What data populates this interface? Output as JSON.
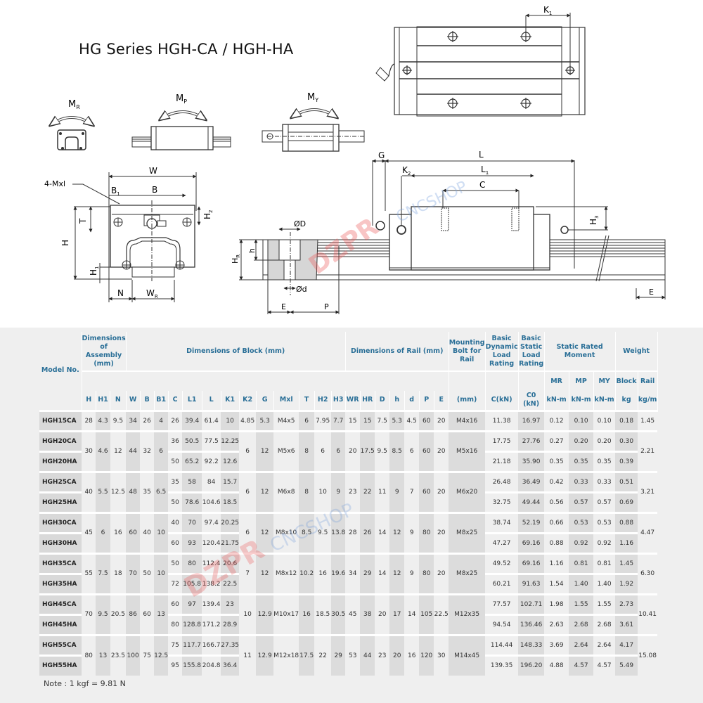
{
  "title": "HG Series  HGH-CA / HGH-HA",
  "diagram_labels": {
    "moments": [
      "M_R",
      "M_P",
      "M_Y"
    ],
    "front_view": [
      "W",
      "B",
      "B1",
      "4-Mxl",
      "T",
      "H",
      "H1",
      "H2",
      "N",
      "WR"
    ],
    "side_view": [
      "G",
      "L",
      "L1",
      "K2",
      "C",
      "H3",
      "ØD",
      "h",
      "HR",
      "Ød",
      "E",
      "P",
      "E"
    ],
    "top_view": [
      "K1"
    ]
  },
  "watermarks": [
    "DZPR",
    "CNCSHOP"
  ],
  "table": {
    "group_headers": {
      "model": "Model No.",
      "assembly": "Dimensions of Assembly (mm)",
      "block": "Dimensions of Block (mm)",
      "rail": "Dimensions of Rail (mm)",
      "bolt": "Mounting Bolt for Rail",
      "dynamic": "Basic Dynamic Load Rating",
      "static": "Basic Static Load Rating",
      "moment": "Static Rated Moment",
      "weight": "Weight"
    },
    "sub_headers": {
      "moment": [
        "MR",
        "MP",
        "MY"
      ],
      "weight": [
        "Block",
        "Rail"
      ]
    },
    "columns": [
      "H",
      "H1",
      "N",
      "W",
      "B",
      "B1",
      "C",
      "L1",
      "L",
      "K1",
      "K2",
      "G",
      "Mxl",
      "T",
      "H2",
      "H3",
      "WR",
      "HR",
      "D",
      "h",
      "d",
      "P",
      "E",
      "(mm)",
      "C(kN)",
      "C0 (kN)",
      "kN-m",
      "kN-m",
      "kN-m",
      "kg",
      "kg/m"
    ],
    "rows": [
      {
        "model": "HGH15CA",
        "H": "28",
        "H1": "4.3",
        "N": "9.5",
        "W": "34",
        "B": "26",
        "B1": "4",
        "C": "26",
        "L1": "39.4",
        "L": "61.4",
        "K1": "10",
        "K2": "4.85",
        "G": "5.3",
        "Mxl": "M4x5",
        "T": "6",
        "H2": "7.95",
        "H3": "7.7",
        "WR": "15",
        "HR": "15",
        "D": "7.5",
        "h": "5.3",
        "d": "4.5",
        "P": "60",
        "E": "20",
        "bolt": "M4x16",
        "Cdyn": "11.38",
        "C0": "16.97",
        "MR": "0.12",
        "MP": "0.10",
        "MY": "0.10",
        "block_kg": "0.18",
        "rail_kgm": "1.45"
      },
      {
        "model": "HGH20CA",
        "H": "30",
        "H1": "4.6",
        "N": "12",
        "W": "44",
        "B": "32",
        "B1": "6",
        "C": "36",
        "L1": "50.5",
        "L": "77.5",
        "K1": "12.25",
        "K2": "6",
        "G": "12",
        "Mxl": "M5x6",
        "T": "8",
        "H2": "6",
        "H3": "6",
        "WR": "20",
        "HR": "17.5",
        "D": "9.5",
        "h": "8.5",
        "d": "6",
        "P": "60",
        "E": "20",
        "bolt": "M5x16",
        "Cdyn": "17.75",
        "C0": "27.76",
        "MR": "0.27",
        "MP": "0.20",
        "MY": "0.20",
        "block_kg": "0.30",
        "rail_kgm": "2.21"
      },
      {
        "model": "HGH20HA",
        "C": "50",
        "L1": "65.2",
        "L": "92.2",
        "K1": "12.6",
        "Cdyn": "21.18",
        "C0": "35.90",
        "MR": "0.35",
        "MP": "0.35",
        "MY": "0.35",
        "block_kg": "0.39"
      },
      {
        "model": "HGH25CA",
        "H": "40",
        "H1": "5.5",
        "N": "12.5",
        "W": "48",
        "B": "35",
        "B1": "6.5",
        "C": "35",
        "L1": "58",
        "L": "84",
        "K1": "15.7",
        "K2": "6",
        "G": "12",
        "Mxl": "M6x8",
        "T": "8",
        "H2": "10",
        "H3": "9",
        "WR": "23",
        "HR": "22",
        "D": "11",
        "h": "9",
        "d": "7",
        "P": "60",
        "E": "20",
        "bolt": "M6x20",
        "Cdyn": "26.48",
        "C0": "36.49",
        "MR": "0.42",
        "MP": "0.33",
        "MY": "0.33",
        "block_kg": "0.51",
        "rail_kgm": "3.21"
      },
      {
        "model": "HGH25HA",
        "C": "50",
        "L1": "78.6",
        "L": "104.6",
        "K1": "18.5",
        "Cdyn": "32.75",
        "C0": "49.44",
        "MR": "0.56",
        "MP": "0.57",
        "MY": "0.57",
        "block_kg": "0.69"
      },
      {
        "model": "HGH30CA",
        "H": "45",
        "H1": "6",
        "N": "16",
        "W": "60",
        "B": "40",
        "B1": "10",
        "C": "40",
        "L1": "70",
        "L": "97.4",
        "K1": "20.25",
        "K2": "6",
        "G": "12",
        "Mxl": "M8x10",
        "T": "8.5",
        "H2": "9.5",
        "H3": "13.8",
        "WR": "28",
        "HR": "26",
        "D": "14",
        "h": "12",
        "d": "9",
        "P": "80",
        "E": "20",
        "bolt": "M8x25",
        "Cdyn": "38.74",
        "C0": "52.19",
        "MR": "0.66",
        "MP": "0.53",
        "MY": "0.53",
        "block_kg": "0.88",
        "rail_kgm": "4.47"
      },
      {
        "model": "HGH30HA",
        "C": "60",
        "L1": "93",
        "L": "120.4",
        "K1": "21.75",
        "Cdyn": "47.27",
        "C0": "69.16",
        "MR": "0.88",
        "MP": "0.92",
        "MY": "0.92",
        "block_kg": "1.16"
      },
      {
        "model": "HGH35CA",
        "H": "55",
        "H1": "7.5",
        "N": "18",
        "W": "70",
        "B": "50",
        "B1": "10",
        "C": "50",
        "L1": "80",
        "L": "112.4",
        "K1": "20.6",
        "K2": "7",
        "G": "12",
        "Mxl": "M8x12",
        "T": "10.2",
        "H2": "16",
        "H3": "19.6",
        "WR": "34",
        "HR": "29",
        "D": "14",
        "h": "12",
        "d": "9",
        "P": "80",
        "E": "20",
        "bolt": "M8x25",
        "Cdyn": "49.52",
        "C0": "69.16",
        "MR": "1.16",
        "MP": "0.81",
        "MY": "0.81",
        "block_kg": "1.45",
        "rail_kgm": "6.30"
      },
      {
        "model": "HGH35HA",
        "C": "72",
        "L1": "105.8",
        "L": "138.2",
        "K1": "22.5",
        "Cdyn": "60.21",
        "C0": "91.63",
        "MR": "1.54",
        "MP": "1.40",
        "MY": "1.40",
        "block_kg": "1.92"
      },
      {
        "model": "HGH45CA",
        "H": "70",
        "H1": "9.5",
        "N": "20.5",
        "W": "86",
        "B": "60",
        "B1": "13",
        "C": "60",
        "L1": "97",
        "L": "139.4",
        "K1": "23",
        "K2": "10",
        "G": "12.9",
        "Mxl": "M10x17",
        "T": "16",
        "H2": "18.5",
        "H3": "30.5",
        "WR": "45",
        "HR": "38",
        "D": "20",
        "h": "17",
        "d": "14",
        "P": "105",
        "E": "22.5",
        "bolt": "M12x35",
        "Cdyn": "77.57",
        "C0": "102.71",
        "MR": "1.98",
        "MP": "1.55",
        "MY": "1.55",
        "block_kg": "2.73",
        "rail_kgm": "10.41"
      },
      {
        "model": "HGH45HA",
        "C": "80",
        "L1": "128.8",
        "L": "171.2",
        "K1": "28.9",
        "Cdyn": "94.54",
        "C0": "136.46",
        "MR": "2.63",
        "MP": "2.68",
        "MY": "2.68",
        "block_kg": "3.61"
      },
      {
        "model": "HGH55CA",
        "H": "80",
        "H1": "13",
        "N": "23.5",
        "W": "100",
        "B": "75",
        "B1": "12.5",
        "C": "75",
        "L1": "117.7",
        "L": "166.7",
        "K1": "27.35",
        "K2": "11",
        "G": "12.9",
        "Mxl": "M12x18",
        "T": "17.5",
        "H2": "22",
        "H3": "29",
        "WR": "53",
        "HR": "44",
        "D": "23",
        "h": "20",
        "d": "16",
        "P": "120",
        "E": "30",
        "bolt": "M14x45",
        "Cdyn": "114.44",
        "C0": "148.33",
        "MR": "3.69",
        "MP": "2.64",
        "MY": "2.64",
        "block_kg": "4.17",
        "rail_kgm": "15.08"
      },
      {
        "model": "HGH55HA",
        "C": "95",
        "L1": "155.8",
        "L": "204.8",
        "K1": "36.4",
        "Cdyn": "139.35",
        "C0": "196.20",
        "MR": "4.88",
        "MP": "4.57",
        "MY": "4.57",
        "block_kg": "5.49"
      }
    ],
    "note": "Note : 1 kgf = 9.81 N"
  }
}
